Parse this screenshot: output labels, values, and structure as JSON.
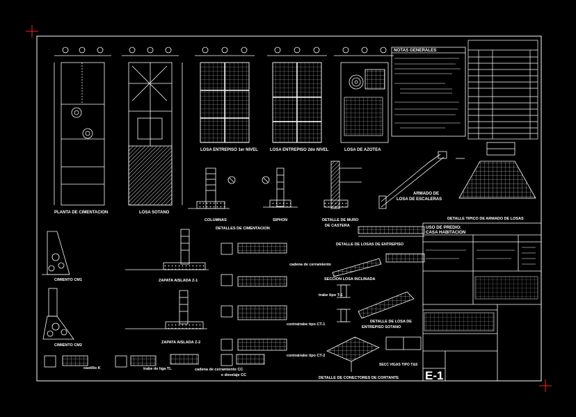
{
  "sheet": {
    "background": "#000000",
    "line_color": "#ffffff",
    "corner_mark_color": "#ff2020"
  },
  "labels": {
    "planta_cimentacion": "PLANTA DE CIMENTACION",
    "losa_sotano": "LOSA SOTANO",
    "losa_entrepiso_1": "LOSA ENTREPISO 1er NIVEL",
    "losa_entrepiso_2": "LOSA ENTREPISO 2do NIVEL",
    "losa_azotea": "LOSA DE AZOTEA",
    "columnas": "COLUMNAS",
    "detalles_cimentacion": "DETALLES DE CIMENTACION",
    "siphon": "SIPHON",
    "detalle_muro_line1": "DETALLE DE MURO",
    "detalle_muro_line2": "DE CASTERA",
    "armado_escaleras_line1": "ARMADO DE",
    "armado_escaleras_line2": "LOSA DE ESCALERAS",
    "detalle_tipico_losas": "DETALLE TIPICO DE ARMADO DE LOSAS",
    "cimiento_c1": "CIMIENTO CM1",
    "cimiento_c2": "CIMIENTO CM2",
    "zapata_z1": "ZAPATA AISLADA Z-1",
    "zapata_z2": "ZAPATA AISLADA Z-2",
    "castillo_k": "castillo K",
    "trabe_liga": "trabe de liga TL",
    "cadena_cerramiento": "cadena de cerramiento CC",
    "dovelaje": "e dovelaje CC",
    "cadena_cerramiento_sub": "cadena de cerramiento",
    "trabe_ct1": "contratrabe tipo CT-1",
    "trabe_ct2": "contratrabe tipo CT-2",
    "trabe_t1": "trabe tipo T-1",
    "detalle_losas_entrepiso": "DETALLE DE LOSAS DE ENTREPISO",
    "seccion_losa_inclinada": "SECCION LOSA INCLINADA",
    "detalle_losa_entrepiso_line1": "DETALLE DE LOSA DE",
    "detalle_losa_entrepiso_line2": "ENTREPISO SOTANO",
    "detalle_conectores": "DETALLE DE CONECTORES DE CORTANTE",
    "seccion_vigas": "SECC VIGAS TIPO T&S",
    "notas_header": "NOTAS GENERALES",
    "sheet_id": "E-1"
  },
  "title_block": {
    "project_line1": "USO DE PREDIO:",
    "project_line2": "CASA HABITACION"
  },
  "schedule_table": {
    "rows": 14,
    "cols": 5
  }
}
